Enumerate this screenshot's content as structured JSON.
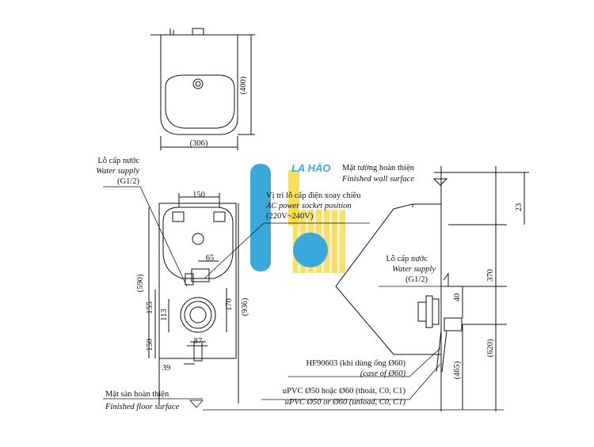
{
  "logo": {
    "text": "LA HÀO",
    "colors": {
      "blue": "#1a9ad6",
      "yellow": "#f5d21b"
    }
  },
  "dimensions": {
    "top_height": "(400)",
    "top_width": "(306)",
    "front_150": "150",
    "front_65": "65",
    "front_590": "(590)",
    "front_155": "155",
    "front_113": "113",
    "front_170": "170",
    "front_936": "(936)",
    "front_150b": "150",
    "front_87": "87",
    "front_39": "39",
    "side_23": "23",
    "side_370": "370",
    "side_40": "40",
    "side_620": "(620)",
    "side_465": "(465)"
  },
  "labels": {
    "water_vi": "Lỗ cấp nước",
    "water_en": "Water supply",
    "water_size": "(G1/2)",
    "power_vi": "Vị trí lỗ cấp điện xoay chiều",
    "power_en": "AC power socket position",
    "power_volt": "(220V~240V)",
    "wall_vi": "Mặt tường hoàn thiện",
    "wall_en": "Finished wall surface",
    "water2_vi": "Lỗ cấp nước",
    "water2_en": "Water supply",
    "water2_size": "(G1/2)",
    "hf_vi": "HF90603 (khi dùng ống Ø60)",
    "hf_en": "(case of Ø60)",
    "upvc_vi": "uPVC Ø50 hoặc Ø60 (thoát, C0, C1)",
    "upvc_en": "uPVC Ø50 or Ø60 (unload, C0, C1)",
    "floor_vi": "Mặt sàn hoàn thiện",
    "floor_en": "Finished floor surface"
  }
}
